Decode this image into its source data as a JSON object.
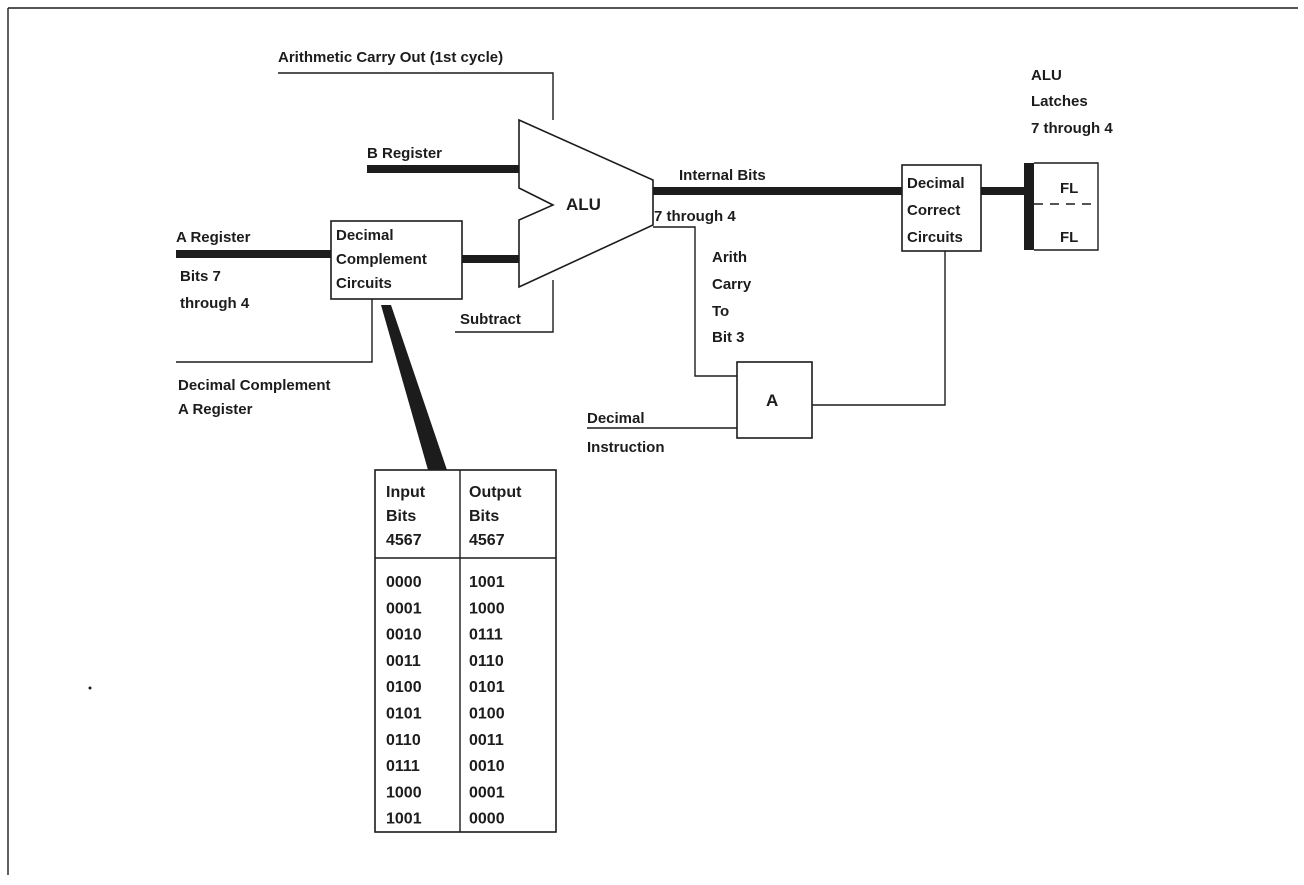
{
  "labels": {
    "arith_carry_out": "Arithmetic Carry Out (1st cycle)",
    "b_register": "B Register",
    "a_register": "A Register",
    "bits_7": "Bits 7",
    "through_4": "through 4",
    "dec_comp_line1": "Decimal",
    "dec_comp_line2": "Complement",
    "dec_comp_line3": "Circuits",
    "subtract": "Subtract",
    "alu": "ALU",
    "internal_bits": "Internal Bits",
    "internal_7_through_4": "7 through 4",
    "arith_carry_line1": "Arith",
    "arith_carry_line2": "Carry",
    "arith_carry_line3": "To",
    "arith_carry_line4": "Bit 3",
    "dec_correct_line1": "Decimal",
    "dec_correct_line2": "Correct",
    "dec_correct_line3": "Circuits",
    "alu_latches_line1": "ALU",
    "alu_latches_line2": "Latches",
    "alu_latches_line3": "7 through 4",
    "latch_upper": "FL",
    "latch_lower": "FL",
    "and_gate": "A",
    "decimal_instruction_line1": "Decimal",
    "decimal_instruction_line2": "Instruction",
    "dec_comp_a_reg_line1": "Decimal Complement",
    "dec_comp_a_reg_line2": "A Register"
  },
  "table": {
    "input_header": [
      "Input",
      "Bits",
      "4567"
    ],
    "output_header": [
      "Output",
      "Bits",
      "4567"
    ],
    "rows": [
      [
        "0000",
        "1001"
      ],
      [
        "0001",
        "1000"
      ],
      [
        "0010",
        "0111"
      ],
      [
        "0011",
        "0110"
      ],
      [
        "0100",
        "0101"
      ],
      [
        "0101",
        "0100"
      ],
      [
        "0110",
        "0011"
      ],
      [
        "0111",
        "0010"
      ],
      [
        "1000",
        "0001"
      ],
      [
        "1001",
        "0000"
      ]
    ]
  }
}
